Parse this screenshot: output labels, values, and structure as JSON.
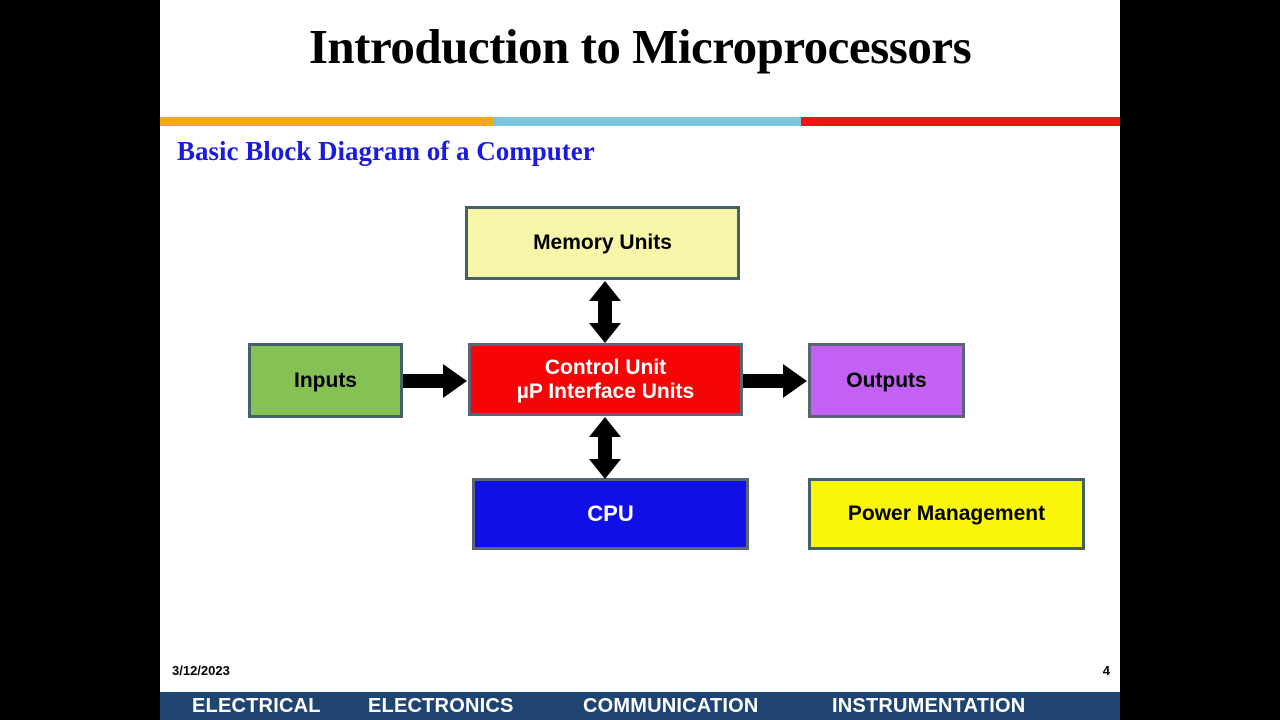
{
  "slide": {
    "title": "Introduction to Microprocessors",
    "subtitle": "Basic Block Diagram of a Computer",
    "divider_colors": {
      "orange": "#f5a623",
      "blue": "#7ec3e0",
      "red": "#f01414"
    }
  },
  "diagram": {
    "nodes": {
      "memory": {
        "label": "Memory Units",
        "fill": "#f7f5a8",
        "border": "#44616b",
        "text_color": "#000000"
      },
      "inputs": {
        "label": "Inputs",
        "fill": "#84c254",
        "border": "#44616b",
        "text_color": "#000000"
      },
      "control": {
        "label_line1": "Control Unit",
        "label_line2": "µP Interface Units",
        "fill": "#f50505",
        "border": "#5a6475",
        "text_color": "#ffffff"
      },
      "outputs": {
        "label": "Outputs",
        "fill": "#c361f5",
        "border": "#5a6475",
        "text_color": "#000000"
      },
      "cpu": {
        "label": "CPU",
        "fill": "#1010e6",
        "border": "#5a6475",
        "text_color": "#ffffff"
      },
      "power": {
        "label": "Power Management",
        "fill": "#fbf50a",
        "border": "#44616b",
        "text_color": "#000000"
      }
    },
    "connectors": [
      {
        "name": "memory-to-control",
        "direction": "double",
        "orientation": "vertical"
      },
      {
        "name": "control-to-cpu",
        "direction": "double",
        "orientation": "vertical"
      },
      {
        "name": "inputs-to-control",
        "direction": "single",
        "orientation": "horizontal"
      },
      {
        "name": "control-to-outputs",
        "direction": "single",
        "orientation": "horizontal"
      }
    ]
  },
  "footer": {
    "date": "3/12/2023",
    "page_number": "4",
    "bar_color": "#1f4472",
    "departments": [
      "ELECTRICAL",
      "ELECTRONICS",
      "COMMUNICATION",
      "INSTRUMENTATION"
    ]
  }
}
